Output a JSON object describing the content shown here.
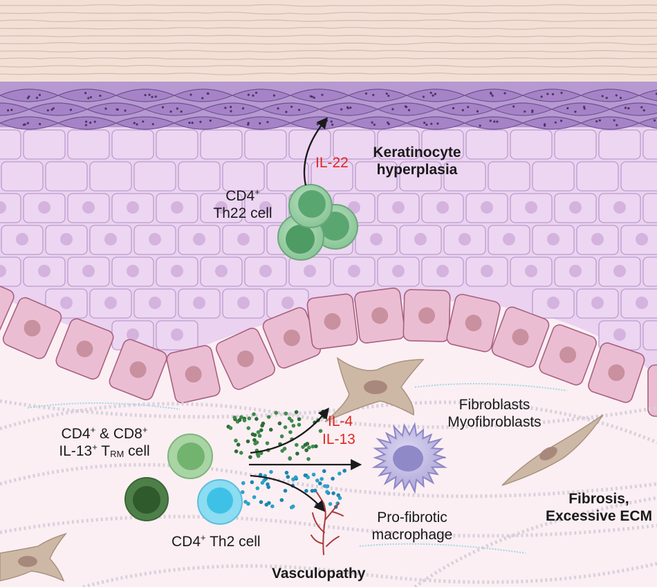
{
  "labels": {
    "il22": "IL-22",
    "keratinocyte_hyperplasia": [
      "Keratinocyte",
      "hyperplasia"
    ],
    "th22": {
      "line1_main": "CD4",
      "line1_sup": "+",
      "line2": "Th22 cell"
    },
    "fibroblasts": [
      "Fibroblasts",
      "Myofibroblasts"
    ],
    "il4": "IL-4",
    "il13": "IL-13",
    "trm": {
      "cd4": "CD4",
      "plus1": "+",
      "amp_cd8": " & CD8",
      "plus2": "+",
      "il13": "IL-13",
      "plus3": "+",
      "t": " T",
      "rm": "RM",
      "cell": " cell"
    },
    "th2": {
      "cd4": "CD4",
      "plus": "+",
      "rest": " Th2 cell"
    },
    "macrophage": [
      "Pro-fibrotic",
      "macrophage"
    ],
    "fibrosis": [
      "Fibrosis,",
      "Excessive ECM"
    ],
    "vasculopathy": "Vasculopathy"
  },
  "colors": {
    "red_label": "#e0261f",
    "stratum_corneum": "#f0ddd2",
    "granular": "#9e7fc0",
    "spinous": "#e4c9ed",
    "basal": "#eab8cf",
    "dermis": "#fbeff3",
    "th22_cell": "#78bb88",
    "trm_cell": "#a8d4a3",
    "dark_cell": "#3e6c3a",
    "th2_cell": "#7fd5ee",
    "macrophage": "#b9b3df",
    "fibroblast": "#c9b4a3"
  }
}
